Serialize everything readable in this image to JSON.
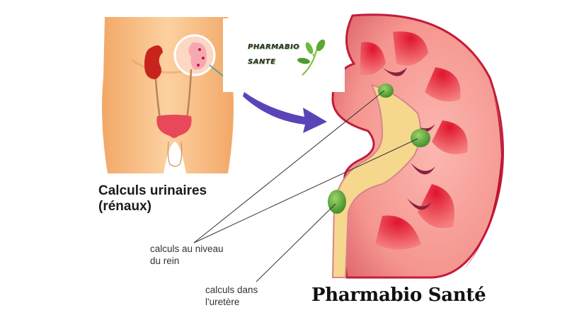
{
  "diagram": {
    "title_line1": "Calculs urinaires",
    "title_line2": "(rénaux)",
    "callouts": [
      {
        "id": "kidney",
        "line1": "calculs au niveau",
        "line2": "du rein"
      },
      {
        "id": "ureter",
        "line1": "calculs dans",
        "line2": "l'uretère"
      }
    ],
    "body_illustration": "human-torso-urinary-system",
    "zoom_illustration": "kidney-cross-section",
    "stones_count": 3,
    "colors": {
      "skin": "#f6b877",
      "kidney_tissue": "#f4a2a0",
      "kidney_dark": "#d81e3c",
      "stone": "#5aa83a",
      "pelvis": "#f5d78e",
      "arrow": "#5b43b8",
      "pointer_line": "#333333"
    }
  },
  "logo": {
    "line1": "PHARMABIO",
    "line2": "SANTE",
    "icon": "leaf-sprout-icon",
    "leaf_color": "#5aa832"
  },
  "footer": {
    "brand": "Pharmabio Santé"
  }
}
